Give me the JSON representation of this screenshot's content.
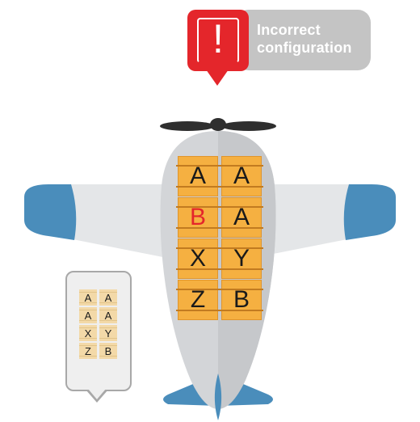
{
  "alert": {
    "icon": "exclamation-icon",
    "symbol": "!",
    "message_line1": "Incorrect",
    "message_line2": "configuration",
    "colors": {
      "badge": "#e4262b",
      "pill": "#c4c4c4",
      "text": "#ffffff"
    }
  },
  "cargo": {
    "rows": [
      {
        "left": "A",
        "right": "A"
      },
      {
        "left": "B",
        "right": "A"
      },
      {
        "left": "X",
        "right": "Y"
      },
      {
        "left": "Z",
        "right": "B"
      }
    ],
    "incorrect_cell": "B (row 2, left)",
    "colors": {
      "crate": "#f5b041",
      "incorrect_label": "#e4262b"
    }
  },
  "reference_key": {
    "rows": [
      {
        "left": "A",
        "right": "A"
      },
      {
        "left": "A",
        "right": "A"
      },
      {
        "left": "X",
        "right": "Y"
      },
      {
        "left": "Z",
        "right": "B"
      }
    ]
  },
  "plane": {
    "colors": {
      "body": "#d3d5d8",
      "wingtips": "#4a8dbb",
      "propeller": "#2f2f2f"
    }
  }
}
